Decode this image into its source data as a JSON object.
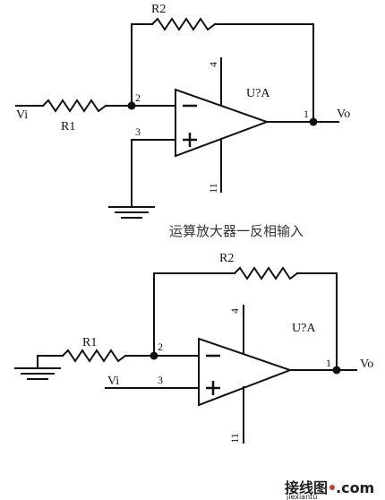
{
  "circuit_top": {
    "r_feedback": "R2",
    "r_input": "R1",
    "opamp_ref": "U?A",
    "input_label": "Vi",
    "output_label": "Vo",
    "pin_inv": "2",
    "pin_noninv": "3",
    "pin_out": "1",
    "pin_vpos": "4",
    "pin_vneg": "11",
    "sign_minus": "−",
    "sign_plus": "+"
  },
  "caption_top": "运算放大器一反相输入",
  "circuit_bottom": {
    "r_feedback": "R2",
    "r_input": "R1",
    "opamp_ref": "U?A",
    "input_label": "Vi",
    "output_label": "Vo",
    "pin_inv": "2",
    "pin_noninv": "3",
    "pin_out": "1",
    "pin_vpos": "4",
    "pin_vneg": "11",
    "sign_minus": "−",
    "sign_plus": "+"
  },
  "watermark": {
    "brand": "接线图",
    "domain": ".com",
    "sub": "jiexiantu"
  }
}
